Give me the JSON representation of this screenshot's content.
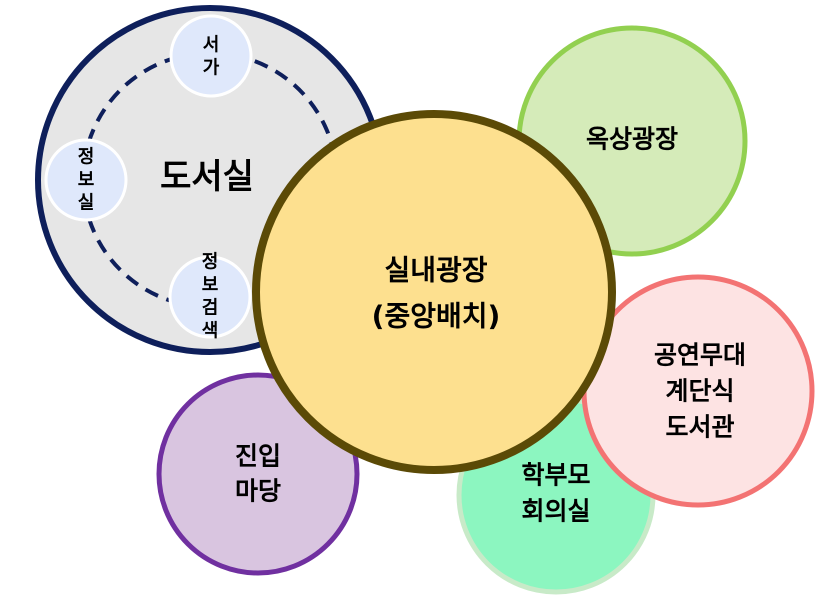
{
  "library": {
    "title": "도서실",
    "sections": {
      "shelves": [
        "서",
        "가"
      ],
      "info_room": [
        "정",
        "보",
        "실"
      ],
      "info_search": [
        "정",
        "보",
        "검",
        "색"
      ]
    }
  },
  "rooftop": {
    "label": "옥상광장"
  },
  "plaza": {
    "line1": "실내광장",
    "line2": "(중앙배치)"
  },
  "stage": {
    "line1": "공연무대",
    "line2": "계단식",
    "line3": "도서관"
  },
  "parents": {
    "line1": "학부모",
    "line2": "회의실"
  },
  "entry": {
    "line1": "진입",
    "line2": "마당"
  },
  "colors": {
    "library_fill": "#e6e6e6",
    "library_border": "#0e1f5b",
    "small_circle_fill": "#dfe8fb",
    "rooftop_fill": "#d5ebb9",
    "rooftop_border": "#92d050",
    "plaza_fill": "#fde08f",
    "plaza_border": "#5b4a06",
    "stage_fill": "#fde3e3",
    "stage_border": "#f37373",
    "parents_fill": "#8cf6c0",
    "parents_border": "#c8eac8",
    "entry_fill": "#d9c5e0",
    "entry_border": "#7030a0"
  }
}
